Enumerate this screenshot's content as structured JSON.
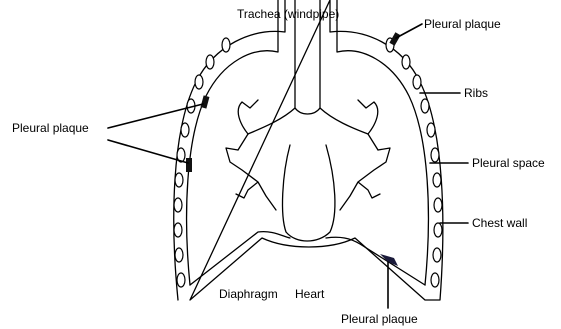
{
  "labels": {
    "trachea": "Trachea (windpipe)",
    "plaque_top_right": "Pleural plaque",
    "ribs": "Ribs",
    "plaque_left": "Pleural plaque",
    "pleural_space": "Pleural space",
    "chest_wall": "Chest wall",
    "diaphragm": "Diaphragm",
    "heart": "Heart",
    "plaque_bottom": "Pleural plaque"
  },
  "colors": {
    "line": "#000000",
    "plaque": "#111111",
    "background": "#ffffff"
  }
}
